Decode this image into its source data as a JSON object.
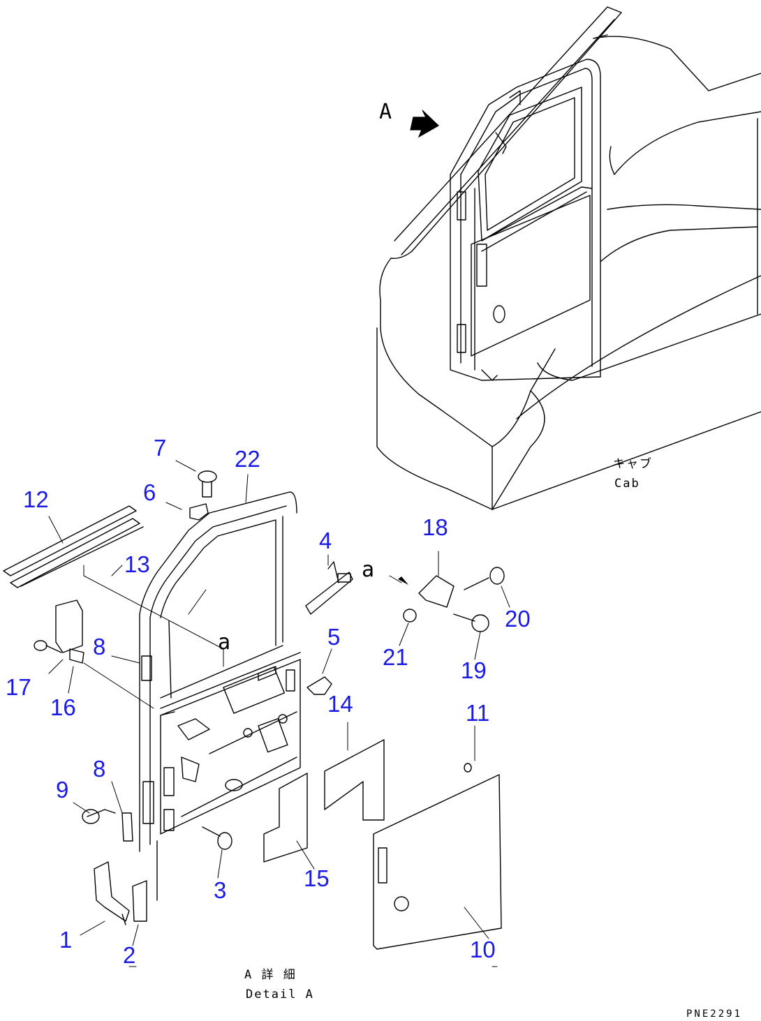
{
  "view_marker": "A",
  "section_mark": "a",
  "cab_label": {
    "jp": "キャブ",
    "en": "Cab"
  },
  "detail_label": {
    "jp": "A 詳 細",
    "en": "Detail A"
  },
  "drawing_code": "PNE2291",
  "callouts": [
    "1",
    "2",
    "3",
    "4",
    "5",
    "6",
    "7",
    "8",
    "8",
    "9",
    "10",
    "11",
    "12",
    "13",
    "14",
    "15",
    "16",
    "17",
    "18",
    "19",
    "20",
    "21",
    "22"
  ]
}
